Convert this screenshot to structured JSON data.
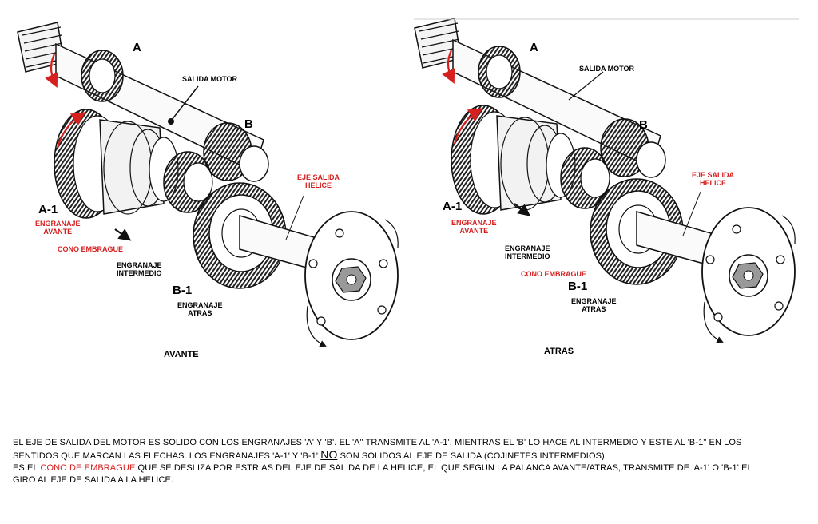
{
  "colors": {
    "accent": "#d62020",
    "ink": "#1a1a1a"
  },
  "left": {
    "caption": "AVANTE",
    "labels": {
      "a": "A",
      "b": "B",
      "a1": "A-1",
      "b1": "B-1",
      "salida_motor": "SALIDA MOTOR",
      "eje_salida_1": "EJE SALIDA",
      "eje_salida_2": "HELICE",
      "eng_avante_1": "ENGRANAJE",
      "eng_avante_2": "AVANTE",
      "cono": "CONO EMBRAGUE",
      "eng_int_1": "ENGRANAJE",
      "eng_int_2": "INTERMEDIO",
      "eng_atras_1": "ENGRANAJE",
      "eng_atras_2": "ATRAS"
    }
  },
  "right": {
    "caption": "ATRAS",
    "labels": {
      "a": "A",
      "b": "B",
      "a1": "A-1",
      "b1": "B-1",
      "salida_motor": "SALIDA MOTOR",
      "eje_salida_1": "EJE SALIDA",
      "eje_salida_2": "HELICE",
      "eng_avante_1": "ENGRANAJE",
      "eng_avante_2": "AVANTE",
      "cono": "CONO EMBRAGUE",
      "eng_int_1": "ENGRANAJE",
      "eng_int_2": "INTERMEDIO",
      "eng_atras_1": "ENGRANAJE",
      "eng_atras_2": "ATRAS"
    }
  },
  "description": {
    "line1": "EL EJE DE SALIDA DEL MOTOR ES SOLIDO CON LOS ENGRANAJES 'A' Y 'B'. EL 'A\" TRANSMITE AL 'A-1', MIENTRAS EL 'B' LO HACE AL INTERMEDIO Y ESTE AL 'B-1\" EN LOS",
    "line2_pre": "SENTIDOS QUE MARCAN LAS FLECHAS. LOS ENGRANAJES 'A-1' Y 'B-1'",
    "line2_no": "NO",
    "line2_post": "SON SOLIDOS AL EJE DE SALIDA (COJINETES INTERMEDIOS).",
    "line3_pre": "ES EL",
    "line3_red": "CONO DE EMBRAGUE",
    "line3_post": "QUE SE DESLIZA POR ESTRIAS DEL EJE DE SALIDA DE LA HELICE, EL QUE SEGUN LA PALANCA AVANTE/ATRAS, TRANSMITE DE 'A-1' O 'B-1' EL",
    "line4": "GIRO AL EJE DE SALIDA A LA HELICE."
  }
}
